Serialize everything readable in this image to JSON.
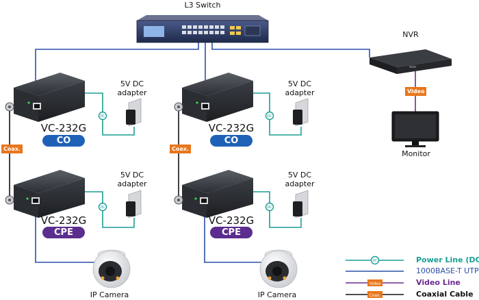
{
  "labels": {
    "switch": "L3 Switch",
    "nvr": "NVR",
    "monitor": "Monitor",
    "adapter_line1": "5V DC",
    "adapter_line2": "adapter",
    "model": "VC-232G",
    "co": "CO",
    "cpe": "CPE",
    "camera": "IP Camera",
    "coax_tag": "Coax.",
    "video_tag": "Video",
    "dc_mark": "DC"
  },
  "legend": [
    {
      "label": "Power Line (DC)",
      "color": "#1a9e94",
      "marker": "DC"
    },
    {
      "label": "1000BASE-T UTP",
      "color": "#2a4fa8",
      "marker": ""
    },
    {
      "label": "Video Line",
      "color": "#6a2b8e",
      "marker": "Video"
    },
    {
      "label": "Coaxial Cable",
      "color": "#111111",
      "marker": "Coax."
    }
  ],
  "colors": {
    "power": "#1a9e94",
    "utp": "#2a4fa8",
    "video": "#6a2b8e",
    "coax": "#111111",
    "co_badge": "#1f61b6",
    "cpe_badge": "#5b2d8e",
    "tag": "#e8761c"
  }
}
